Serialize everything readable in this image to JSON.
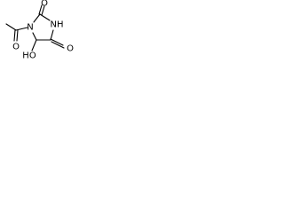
{
  "atoms": {
    "n1": "N",
    "n3": "NH",
    "o_acetyl": "O",
    "o_c2": "O",
    "o_c4": "O",
    "oh": "HO"
  },
  "colors": {
    "ink": "#000000",
    "background": "#ffffff"
  }
}
